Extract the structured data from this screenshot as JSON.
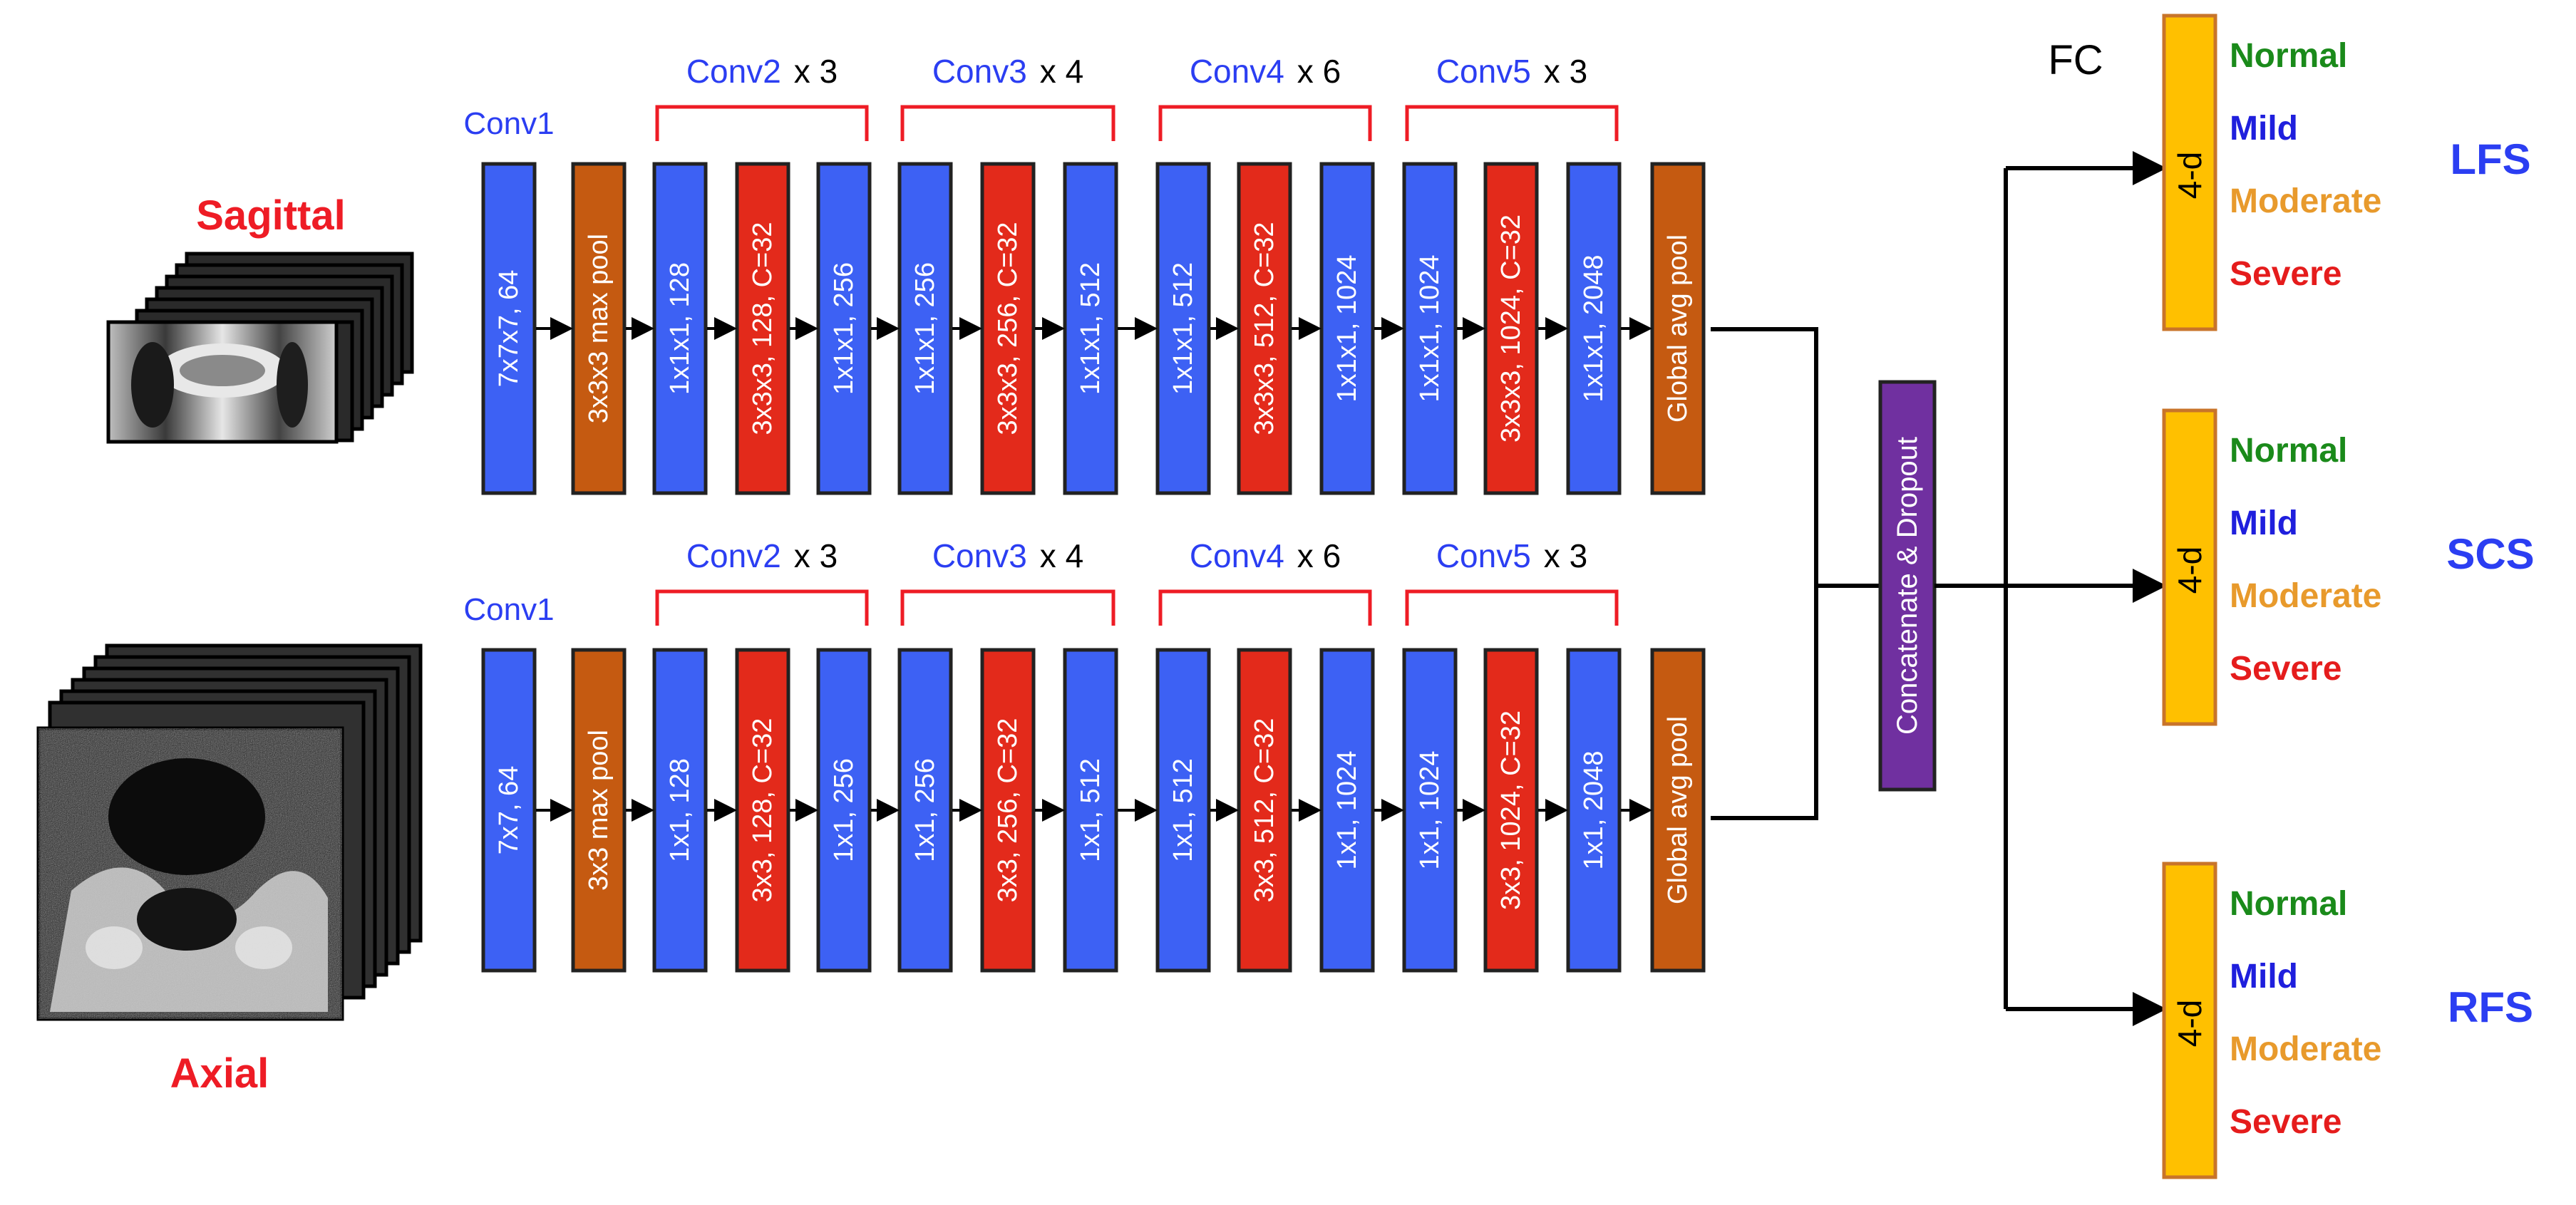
{
  "colors": {
    "conv": "#3d61f4",
    "grouped": "#e32a1b",
    "pool": "#c55a11",
    "concat": "#7030a0",
    "fc": "#ffc000",
    "fc_border": "#c8742a",
    "label_blue": "#2b3ef2",
    "label_red": "#ee1c25",
    "normal": "#1a8a1a",
    "mild": "#1f1fdd",
    "moderate": "#e89a2c",
    "severe": "#e51c1c"
  },
  "views": {
    "sagittal": "Sagittal",
    "axial": "Axial"
  },
  "top_row": {
    "conv1_label": "Conv1",
    "stage_labels": [
      "Conv2",
      "Conv3",
      "Conv4",
      "Conv5"
    ],
    "stage_repeats": [
      "x 3",
      "x 4",
      "x 6",
      "x 3"
    ],
    "blocks": [
      {
        "text": "7x7x7, 64",
        "kind": "conv"
      },
      {
        "text": "3x3x3 max pool",
        "kind": "pool"
      },
      {
        "text": "1x1x1, 128",
        "kind": "conv"
      },
      {
        "text": "3x3x3, 128, C=32",
        "kind": "grouped"
      },
      {
        "text": "1x1x1, 256",
        "kind": "conv"
      },
      {
        "text": "1x1x1, 256",
        "kind": "conv"
      },
      {
        "text": "3x3x3, 256, C=32",
        "kind": "grouped"
      },
      {
        "text": "1x1x1, 512",
        "kind": "conv"
      },
      {
        "text": "1x1x1, 512",
        "kind": "conv"
      },
      {
        "text": "3x3x3, 512, C=32",
        "kind": "grouped"
      },
      {
        "text": "1x1x1, 1024",
        "kind": "conv"
      },
      {
        "text": "1x1x1, 1024",
        "kind": "conv"
      },
      {
        "text": "3x3x3, 1024, C=32",
        "kind": "grouped"
      },
      {
        "text": "1x1x1, 2048",
        "kind": "conv"
      },
      {
        "text": "Global avg pool",
        "kind": "pool"
      }
    ]
  },
  "bottom_row": {
    "conv1_label": "Conv1",
    "stage_labels": [
      "Conv2",
      "Conv3",
      "Conv4",
      "Conv5"
    ],
    "stage_repeats": [
      "x 3",
      "x 4",
      "x 6",
      "x 3"
    ],
    "blocks": [
      {
        "text": "7x7, 64",
        "kind": "conv"
      },
      {
        "text": "3x3 max pool",
        "kind": "pool"
      },
      {
        "text": "1x1, 128",
        "kind": "conv"
      },
      {
        "text": "3x3, 128, C=32",
        "kind": "grouped"
      },
      {
        "text": "1x1, 256",
        "kind": "conv"
      },
      {
        "text": "1x1, 256",
        "kind": "conv"
      },
      {
        "text": "3x3, 256, C=32",
        "kind": "grouped"
      },
      {
        "text": "1x1, 512",
        "kind": "conv"
      },
      {
        "text": "1x1, 512",
        "kind": "conv"
      },
      {
        "text": "3x3, 512, C=32",
        "kind": "grouped"
      },
      {
        "text": "1x1, 1024",
        "kind": "conv"
      },
      {
        "text": "1x1, 1024",
        "kind": "conv"
      },
      {
        "text": "3x3, 1024, C=32",
        "kind": "grouped"
      },
      {
        "text": "1x1, 2048",
        "kind": "conv"
      },
      {
        "text": "Global avg pool",
        "kind": "pool"
      }
    ]
  },
  "concat_label": "Concatenate & Dropout",
  "fc_label": "FC",
  "heads": [
    {
      "box_label": "4-d",
      "name": "LFS",
      "classes": [
        "Normal",
        "Mild",
        "Moderate",
        "Severe"
      ]
    },
    {
      "box_label": "4-d",
      "name": "SCS",
      "classes": [
        "Normal",
        "Mild",
        "Moderate",
        "Severe"
      ]
    },
    {
      "box_label": "4-d",
      "name": "RFS",
      "classes": [
        "Normal",
        "Mild",
        "Moderate",
        "Severe"
      ]
    }
  ]
}
